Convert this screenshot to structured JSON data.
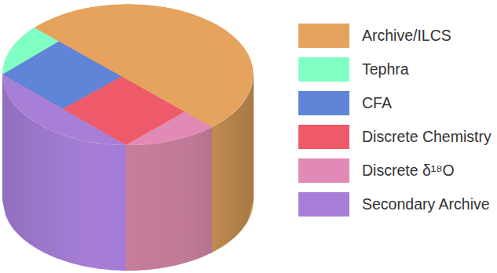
{
  "diagram": {
    "legend": [
      {
        "text": "Archive/ILCS",
        "color": "#E5A35E"
      },
      {
        "text": "Tephra",
        "color": "#7FFFC4"
      },
      {
        "text": "CFA",
        "color": "#5F84D8"
      },
      {
        "text": "Discrete Chemistry",
        "color": "#EE5A6A"
      },
      {
        "text": "Discrete δ¹⁸O",
        "color": "#E08AB5"
      },
      {
        "text": "Secondary Archive",
        "color": "#A77FD9"
      }
    ]
  }
}
